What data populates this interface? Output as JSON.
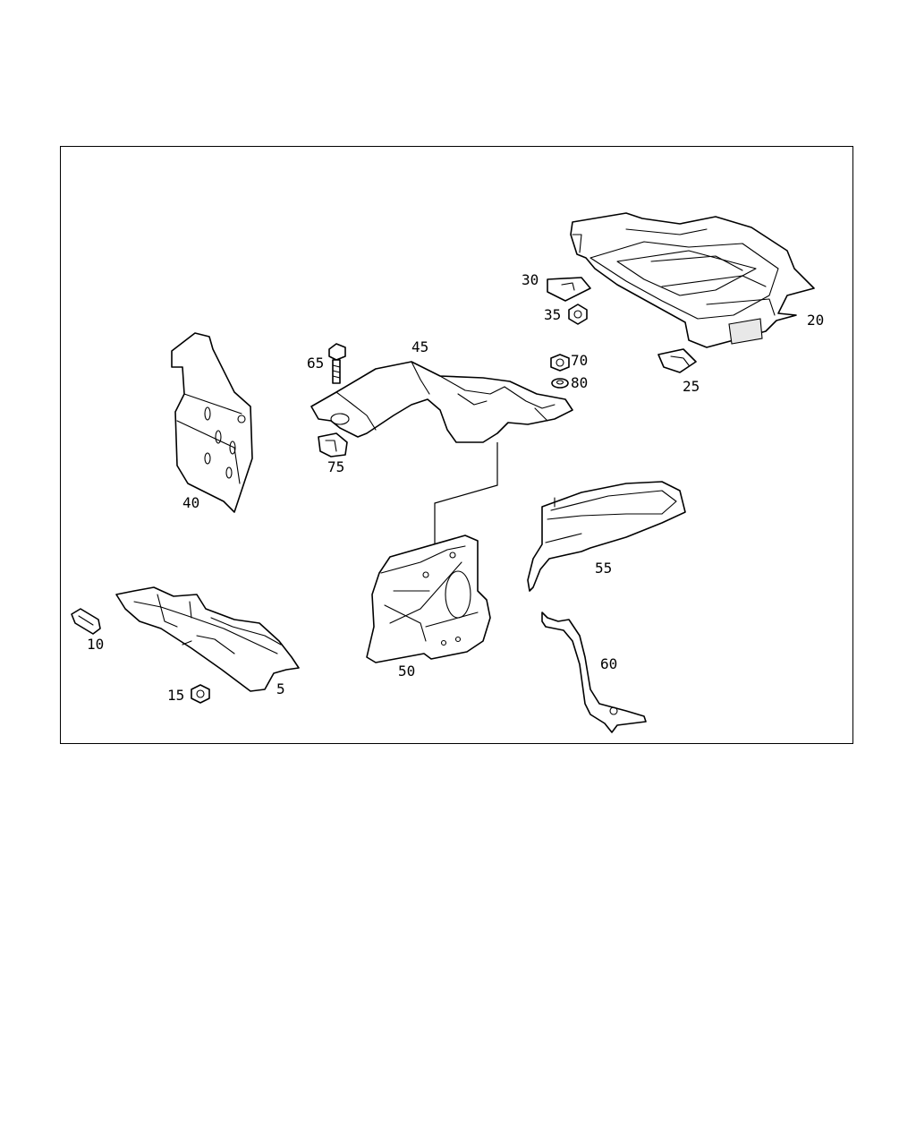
{
  "callouts": {
    "c5": "5",
    "c10": "10",
    "c15": "15",
    "c20": "20",
    "c25": "25",
    "c30": "30",
    "c35": "35",
    "c40": "40",
    "c45": "45",
    "c50": "50",
    "c55": "55",
    "c60": "60",
    "c65": "65",
    "c70": "70",
    "c75": "75",
    "c80": "80"
  }
}
